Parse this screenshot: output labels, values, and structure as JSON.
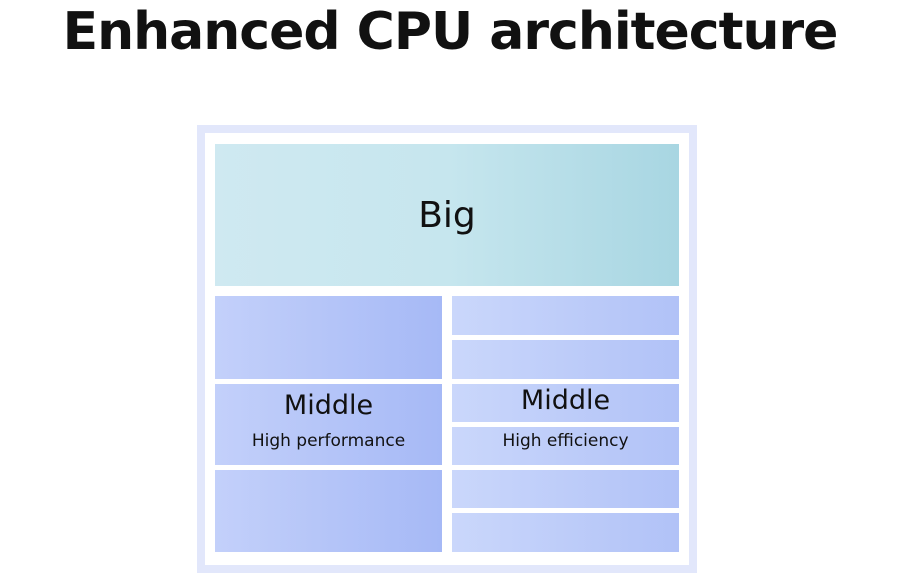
{
  "title": "Enhanced CPU architecture",
  "diagram": {
    "big_label": "Big",
    "middle_left": {
      "label": "Middle",
      "sub": "High performance"
    },
    "middle_right": {
      "label": "Middle",
      "sub": "High efficiency"
    }
  }
}
